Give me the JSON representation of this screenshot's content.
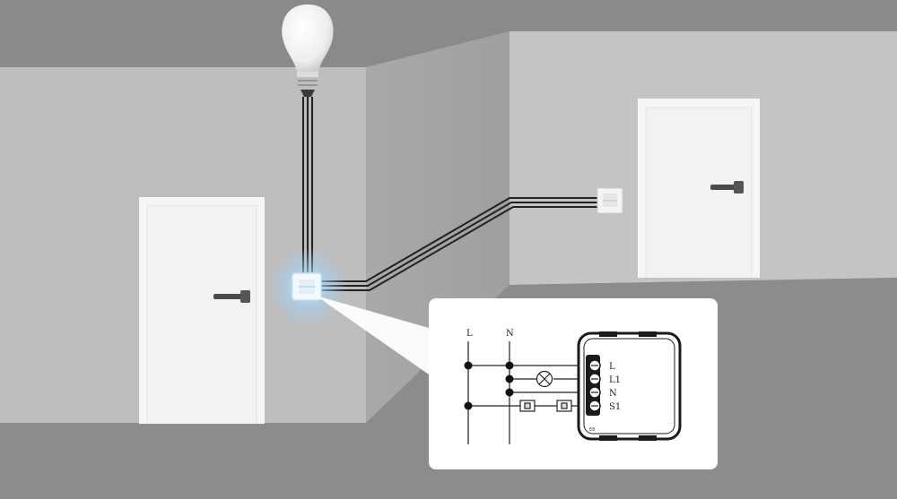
{
  "diagram": {
    "inset_column_labels": [
      "L",
      "N"
    ],
    "inset_terminal_labels": [
      "L",
      "L1",
      "N",
      "S1"
    ],
    "module_marking": "E8"
  },
  "colors": {
    "background": "#8a8a8a",
    "wall_left": "#bdbdbd",
    "wall_middle": "#a6a6a6",
    "wall_right": "#c4c4c4",
    "door": "#f1f1f1",
    "wire": "#222222",
    "inset_panel": "#ffffff"
  },
  "icons": [
    "light-bulb-icon",
    "wall-switch-icon",
    "door-handle-icon"
  ]
}
